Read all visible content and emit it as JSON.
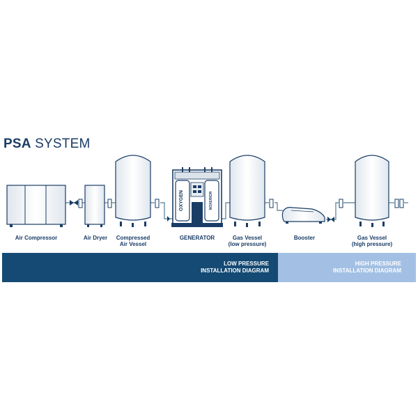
{
  "title": {
    "bold": "PSA",
    "light": " SYSTEM"
  },
  "components": [
    {
      "label": "Air Compressor"
    },
    {
      "label": "Air Dryer"
    },
    {
      "label": "Compressed\nAir Vessel"
    },
    {
      "label": "GENERATOR"
    },
    {
      "label": "Gas Vessel\n(low pressure)"
    },
    {
      "label": "Booster"
    },
    {
      "label": "Gas Vessel\n(high pressure)"
    }
  ],
  "generator_text": {
    "left": "OXYGEN",
    "right": "NOXERIOR"
  },
  "bands": {
    "low": "LOW PRESSURE\nINSTALLATION DIAGRAM",
    "high": "HIGH PRESSURE\nINSTALLATION DIAGRAM"
  },
  "colors": {
    "navy": "#144a73",
    "light_blue": "#a3c0e4",
    "outline": "#1a3d66",
    "pipe": "#6d8fa6"
  }
}
